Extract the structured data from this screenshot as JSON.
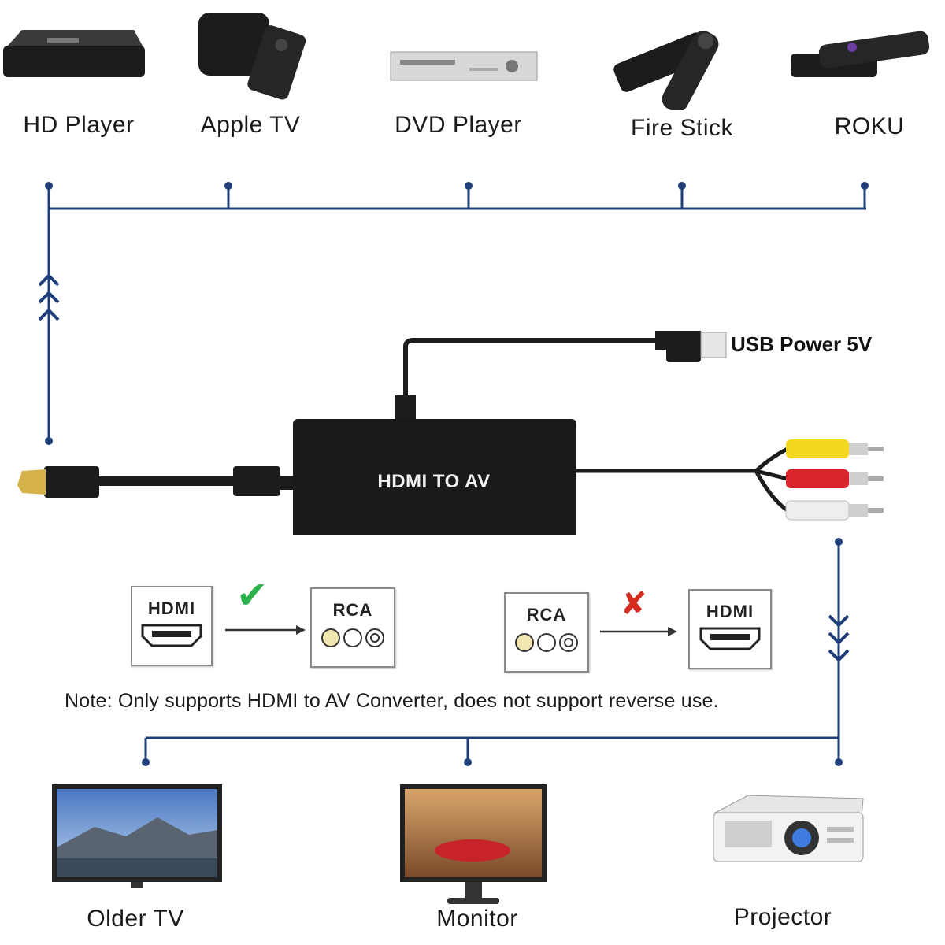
{
  "sources": [
    {
      "name": "HD Player",
      "icon": "hd-player-icon"
    },
    {
      "name": "Apple TV",
      "icon": "apple-tv-icon"
    },
    {
      "name": "DVD Player",
      "icon": "dvd-player-icon"
    },
    {
      "name": "Fire Stick",
      "icon": "fire-stick-icon"
    },
    {
      "name": "ROKU",
      "icon": "roku-icon"
    }
  ],
  "converter": {
    "title": "HDMI TO AV",
    "usb_label": "USB Power 5V"
  },
  "compatibility": {
    "supported": {
      "from": "HDMI",
      "to": "RCA",
      "mark": "✔"
    },
    "unsupported": {
      "from": "RCA",
      "to": "HDMI",
      "mark": "✘"
    }
  },
  "note": "Note: Only supports HDMI to AV Converter, does not support reverse use.",
  "outputs": [
    {
      "name": "Older TV",
      "icon": "older-tv-icon"
    },
    {
      "name": "Monitor",
      "icon": "monitor-icon"
    },
    {
      "name": "Projector",
      "icon": "projector-icon"
    }
  ],
  "colors": {
    "line": "#1f3f7a",
    "device": "#1c1c1c",
    "check": "#2bb24c",
    "cross": "#d62b1f",
    "rca_yellow": "#f4d820",
    "rca_red": "#d8242a",
    "rca_white": "#eeeeee"
  }
}
